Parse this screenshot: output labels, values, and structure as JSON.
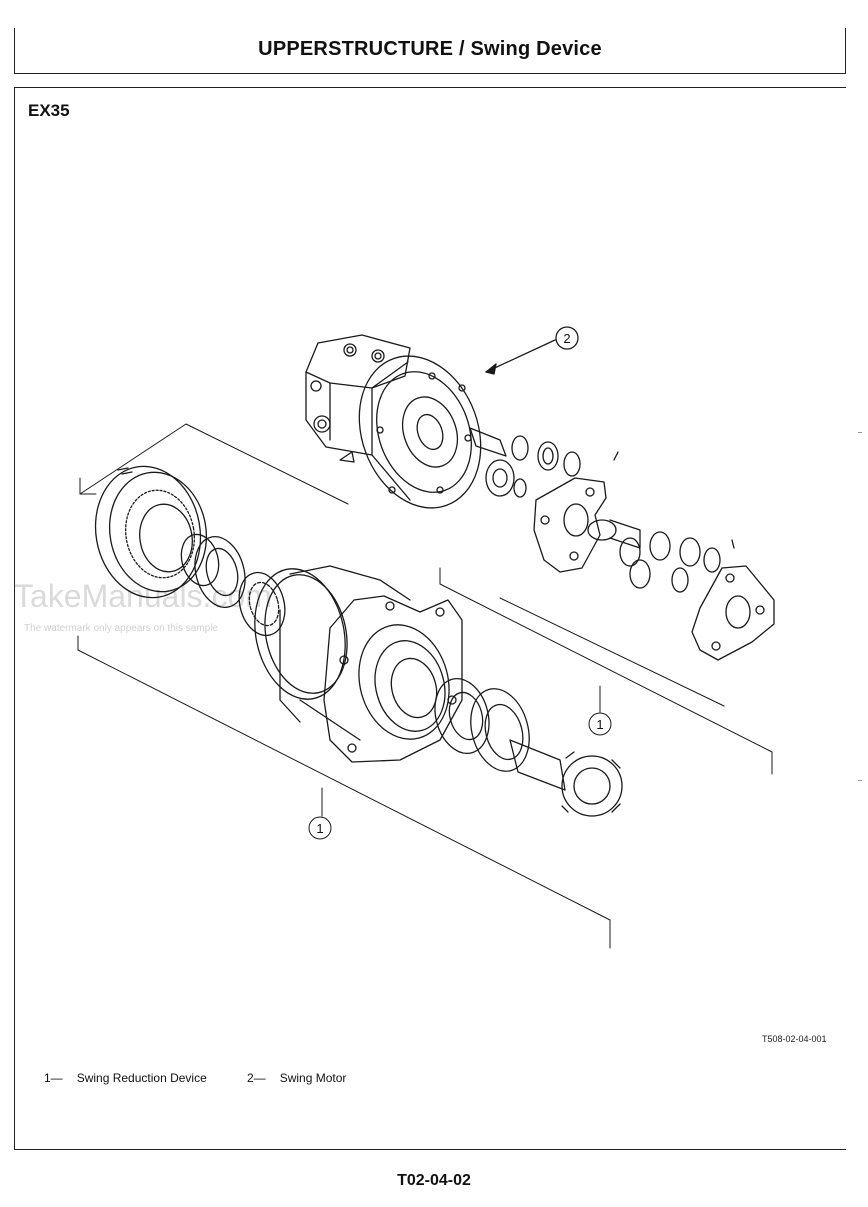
{
  "header": {
    "title": "UPPERSTRUCTURE / Swing Device"
  },
  "model": "EX35",
  "watermark": {
    "text": "TakeManuals.com",
    "note": "The watermark only appears on this sample"
  },
  "figure": {
    "id": "T508-02-04-001",
    "callouts": [
      "2",
      "1",
      "1"
    ]
  },
  "legend": [
    {
      "num": "1—",
      "label": "Swing Reduction Device"
    },
    {
      "num": "2—",
      "label": "Swing Motor"
    }
  ],
  "footer": {
    "page_number": "T02-04-02"
  }
}
